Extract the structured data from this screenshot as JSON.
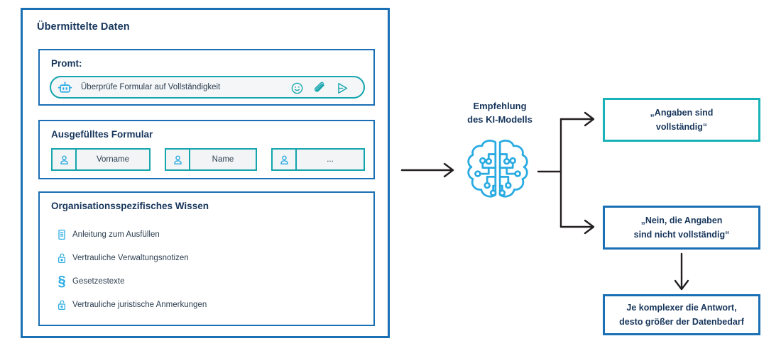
{
  "panel": {
    "title": "Übermittelte Daten"
  },
  "prompt_card": {
    "title": "Promt:",
    "text": "Überprüfe Formular auf Vollständigkeit",
    "icons": {
      "leading": "robot-icon",
      "emoji": "smiley-icon",
      "attach": "paperclip-icon",
      "send": "send-icon"
    }
  },
  "form_card": {
    "title": "Ausgefülltes Formular",
    "fields": [
      {
        "label": "Vorname",
        "icon": "person-icon"
      },
      {
        "label": "Name",
        "icon": "person-icon"
      },
      {
        "label": "...",
        "icon": "person-icon"
      }
    ]
  },
  "knowledge_card": {
    "title": "Organisationsspezifisches Wissen",
    "items": [
      {
        "label": "Anleitung zum Ausfüllen",
        "icon": "document-icon"
      },
      {
        "label": "Vertrauliche Verwaltungsnotizen",
        "icon": "unlocked-padlock-icon"
      },
      {
        "label": "Gesetzestexte",
        "icon": "section-sign-icon"
      },
      {
        "label": "Vertrauliche juristische Anmerkungen",
        "icon": "unlocked-padlock-icon"
      }
    ]
  },
  "model": {
    "label_line1": "Empfehlung",
    "label_line2": "des KI-Modells",
    "icon": "ai-brain-icon"
  },
  "answers": {
    "positive_line1": "„Angaben sind",
    "positive_line2": "vollständig“",
    "negative_line1": "„Nein, die Angaben",
    "negative_line2": "sind nicht vollständig“",
    "conclusion_line1": "Je komplexer die Antwort,",
    "conclusion_line2": "desto größer der Datenbedarf"
  },
  "colors": {
    "navy": "#17365c",
    "blue": "#1a6fb5",
    "teal": "#18b2b8",
    "light_blue": "#29ABE2",
    "arrow": "#231f20",
    "field_fill": "#f2f4f5"
  }
}
